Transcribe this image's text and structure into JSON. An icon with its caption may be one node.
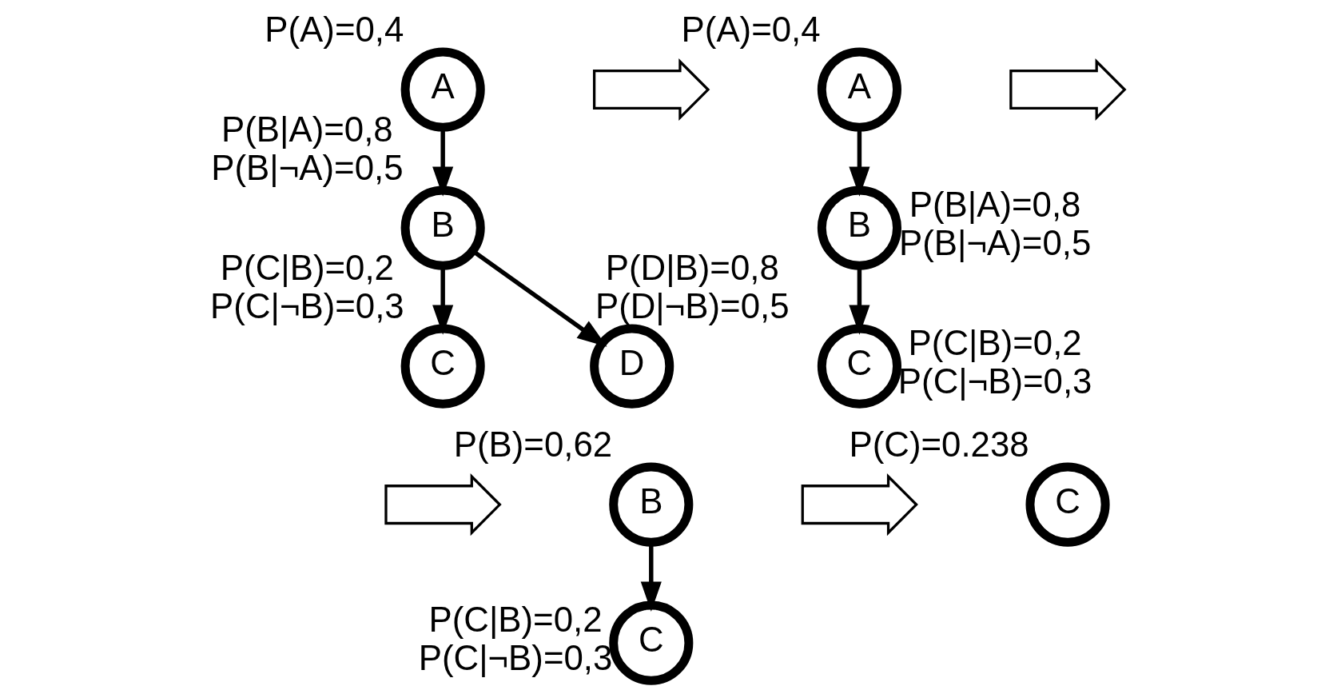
{
  "diagram": {
    "nodes": [
      {
        "text": [
          "A"
        ],
        "beside": [
          "P(A)=0,4"
        ]
      },
      {
        "text": [
          "B"
        ],
        "beside": [
          "P(B|A)=0,8",
          "P(B|¬A)=0,5"
        ]
      },
      {
        "text": [
          "C"
        ],
        "beside": [
          "P(C|B)=0,2",
          "P(C|¬B)=0,3"
        ]
      },
      {
        "text": [
          "D"
        ],
        "beside": [
          "P(D|B)=0,8",
          "P(D|¬B)=0,5"
        ]
      },
      {
        "text": [],
        "shape": "arrow"
      },
      {
        "text": [
          "A"
        ],
        "beside": [
          "P(A)=0,4"
        ]
      },
      {
        "text": [
          "B"
        ],
        "beside": [
          "P(B|A)=0,8",
          "P(B|¬A)=0,5"
        ]
      },
      {
        "text": [
          "C"
        ],
        "beside": [
          "P(C|B)=0,2",
          "P(C|¬B)=0,3"
        ]
      },
      {
        "text": [],
        "shape": "arrow"
      },
      {
        "text": [],
        "shape": "arrow"
      },
      {
        "text": [
          "B"
        ],
        "beside": [
          "P(B)=0,62"
        ]
      },
      {
        "text": [
          "C"
        ],
        "beside": [
          "P(C|B)=0,2",
          "P(C|¬B)=0,3"
        ]
      },
      {
        "text": [],
        "shape": "arrow"
      },
      {
        "text": [
          "C"
        ],
        "beside": [
          "P(C)=0.238"
        ]
      }
    ],
    "edges": [
      {
        "from": 0,
        "to": 1,
        "arrow": "to"
      },
      {
        "from": 1,
        "to": 2,
        "arrow": "to"
      },
      {
        "from": 1,
        "to": 3,
        "arrow": "to"
      },
      {
        "from": 5,
        "to": 6,
        "arrow": "to"
      },
      {
        "from": 6,
        "to": 7,
        "arrow": "to"
      },
      {
        "from": 10,
        "to": 11,
        "arrow": "to"
      }
    ]
  }
}
